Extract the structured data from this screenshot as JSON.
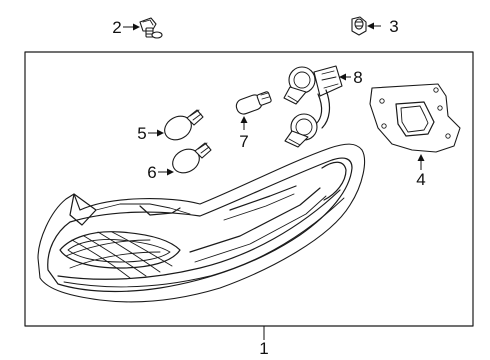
{
  "diagram": {
    "callouts": [
      {
        "id": "c1",
        "label": "1",
        "part": "tail-lamp-assembly"
      },
      {
        "id": "c2",
        "label": "2",
        "part": "screw"
      },
      {
        "id": "c3",
        "label": "3",
        "part": "nut"
      },
      {
        "id": "c4",
        "label": "4",
        "part": "gasket"
      },
      {
        "id": "c5",
        "label": "5",
        "part": "bulb"
      },
      {
        "id": "c6",
        "label": "6",
        "part": "bulb"
      },
      {
        "id": "c7",
        "label": "7",
        "part": "bulb"
      },
      {
        "id": "c8",
        "label": "8",
        "part": "socket"
      }
    ]
  }
}
